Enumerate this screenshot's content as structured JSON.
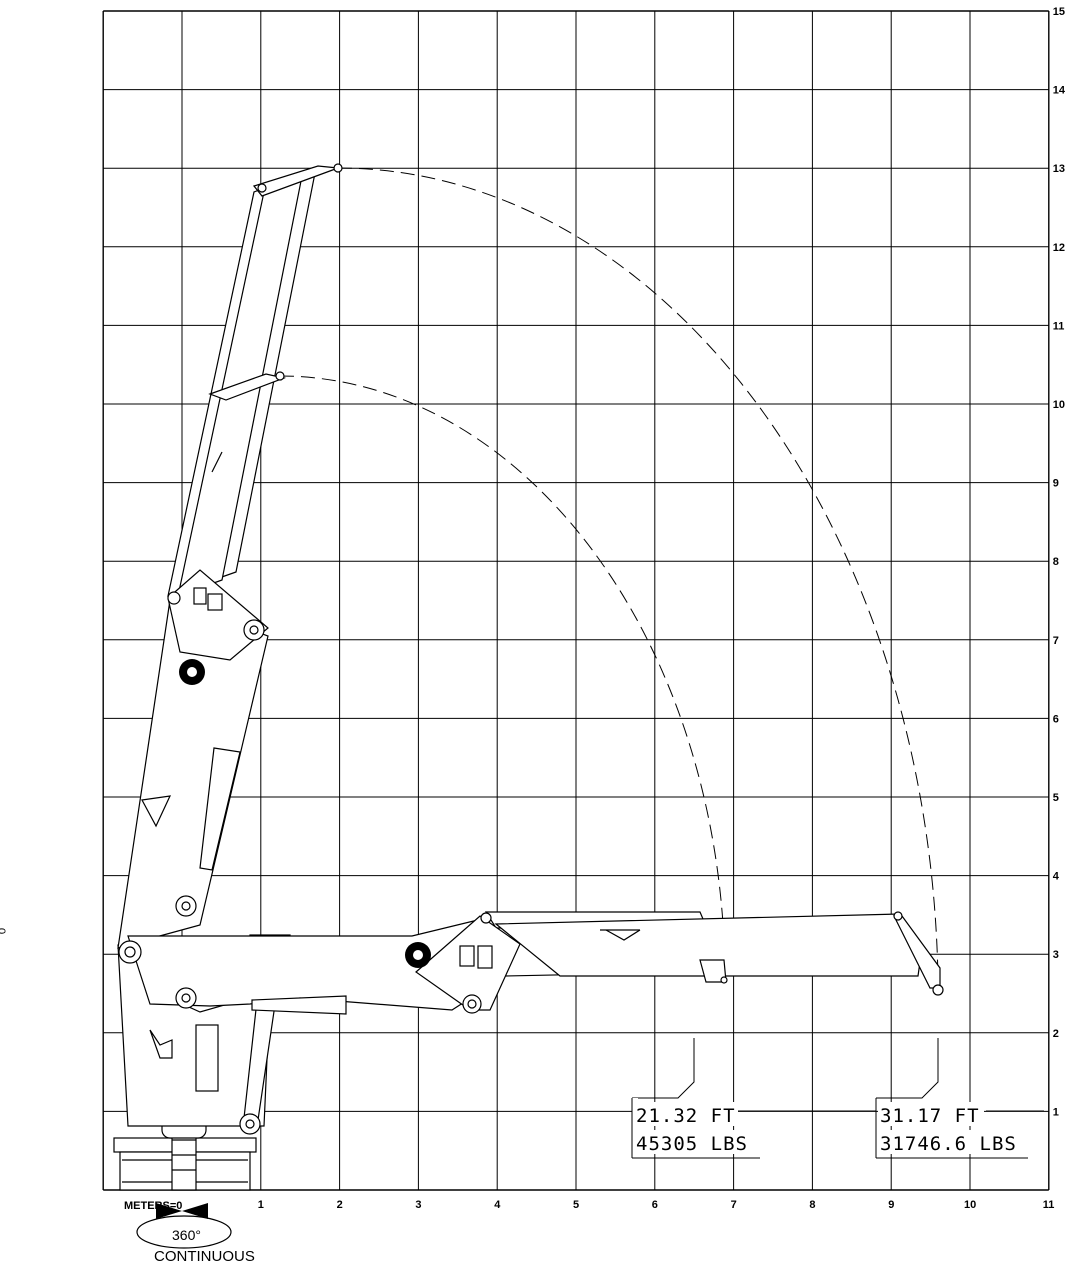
{
  "diagram": {
    "x_axis": {
      "origin_label": "METERS=0",
      "ticks": [
        "1",
        "2",
        "3",
        "4",
        "5",
        "6",
        "7",
        "8",
        "9",
        "10",
        "11"
      ]
    },
    "y_axis": {
      "ticks": [
        "1",
        "2",
        "3",
        "4",
        "5",
        "6",
        "7",
        "8",
        "9",
        "10",
        "11",
        "12",
        "13",
        "14",
        "15"
      ]
    },
    "rotation": {
      "degrees": "360°",
      "label": "CONTINUOUS"
    },
    "capacity_points": [
      {
        "reach": "21.32 FT",
        "load": "45305 LBS"
      },
      {
        "reach": "31.17 FT",
        "load": "31746.6 LBS"
      }
    ],
    "grid_extent_m": {
      "x": [
        -1,
        11
      ],
      "y": [
        0,
        15
      ]
    },
    "left_margin_mark": "0"
  }
}
